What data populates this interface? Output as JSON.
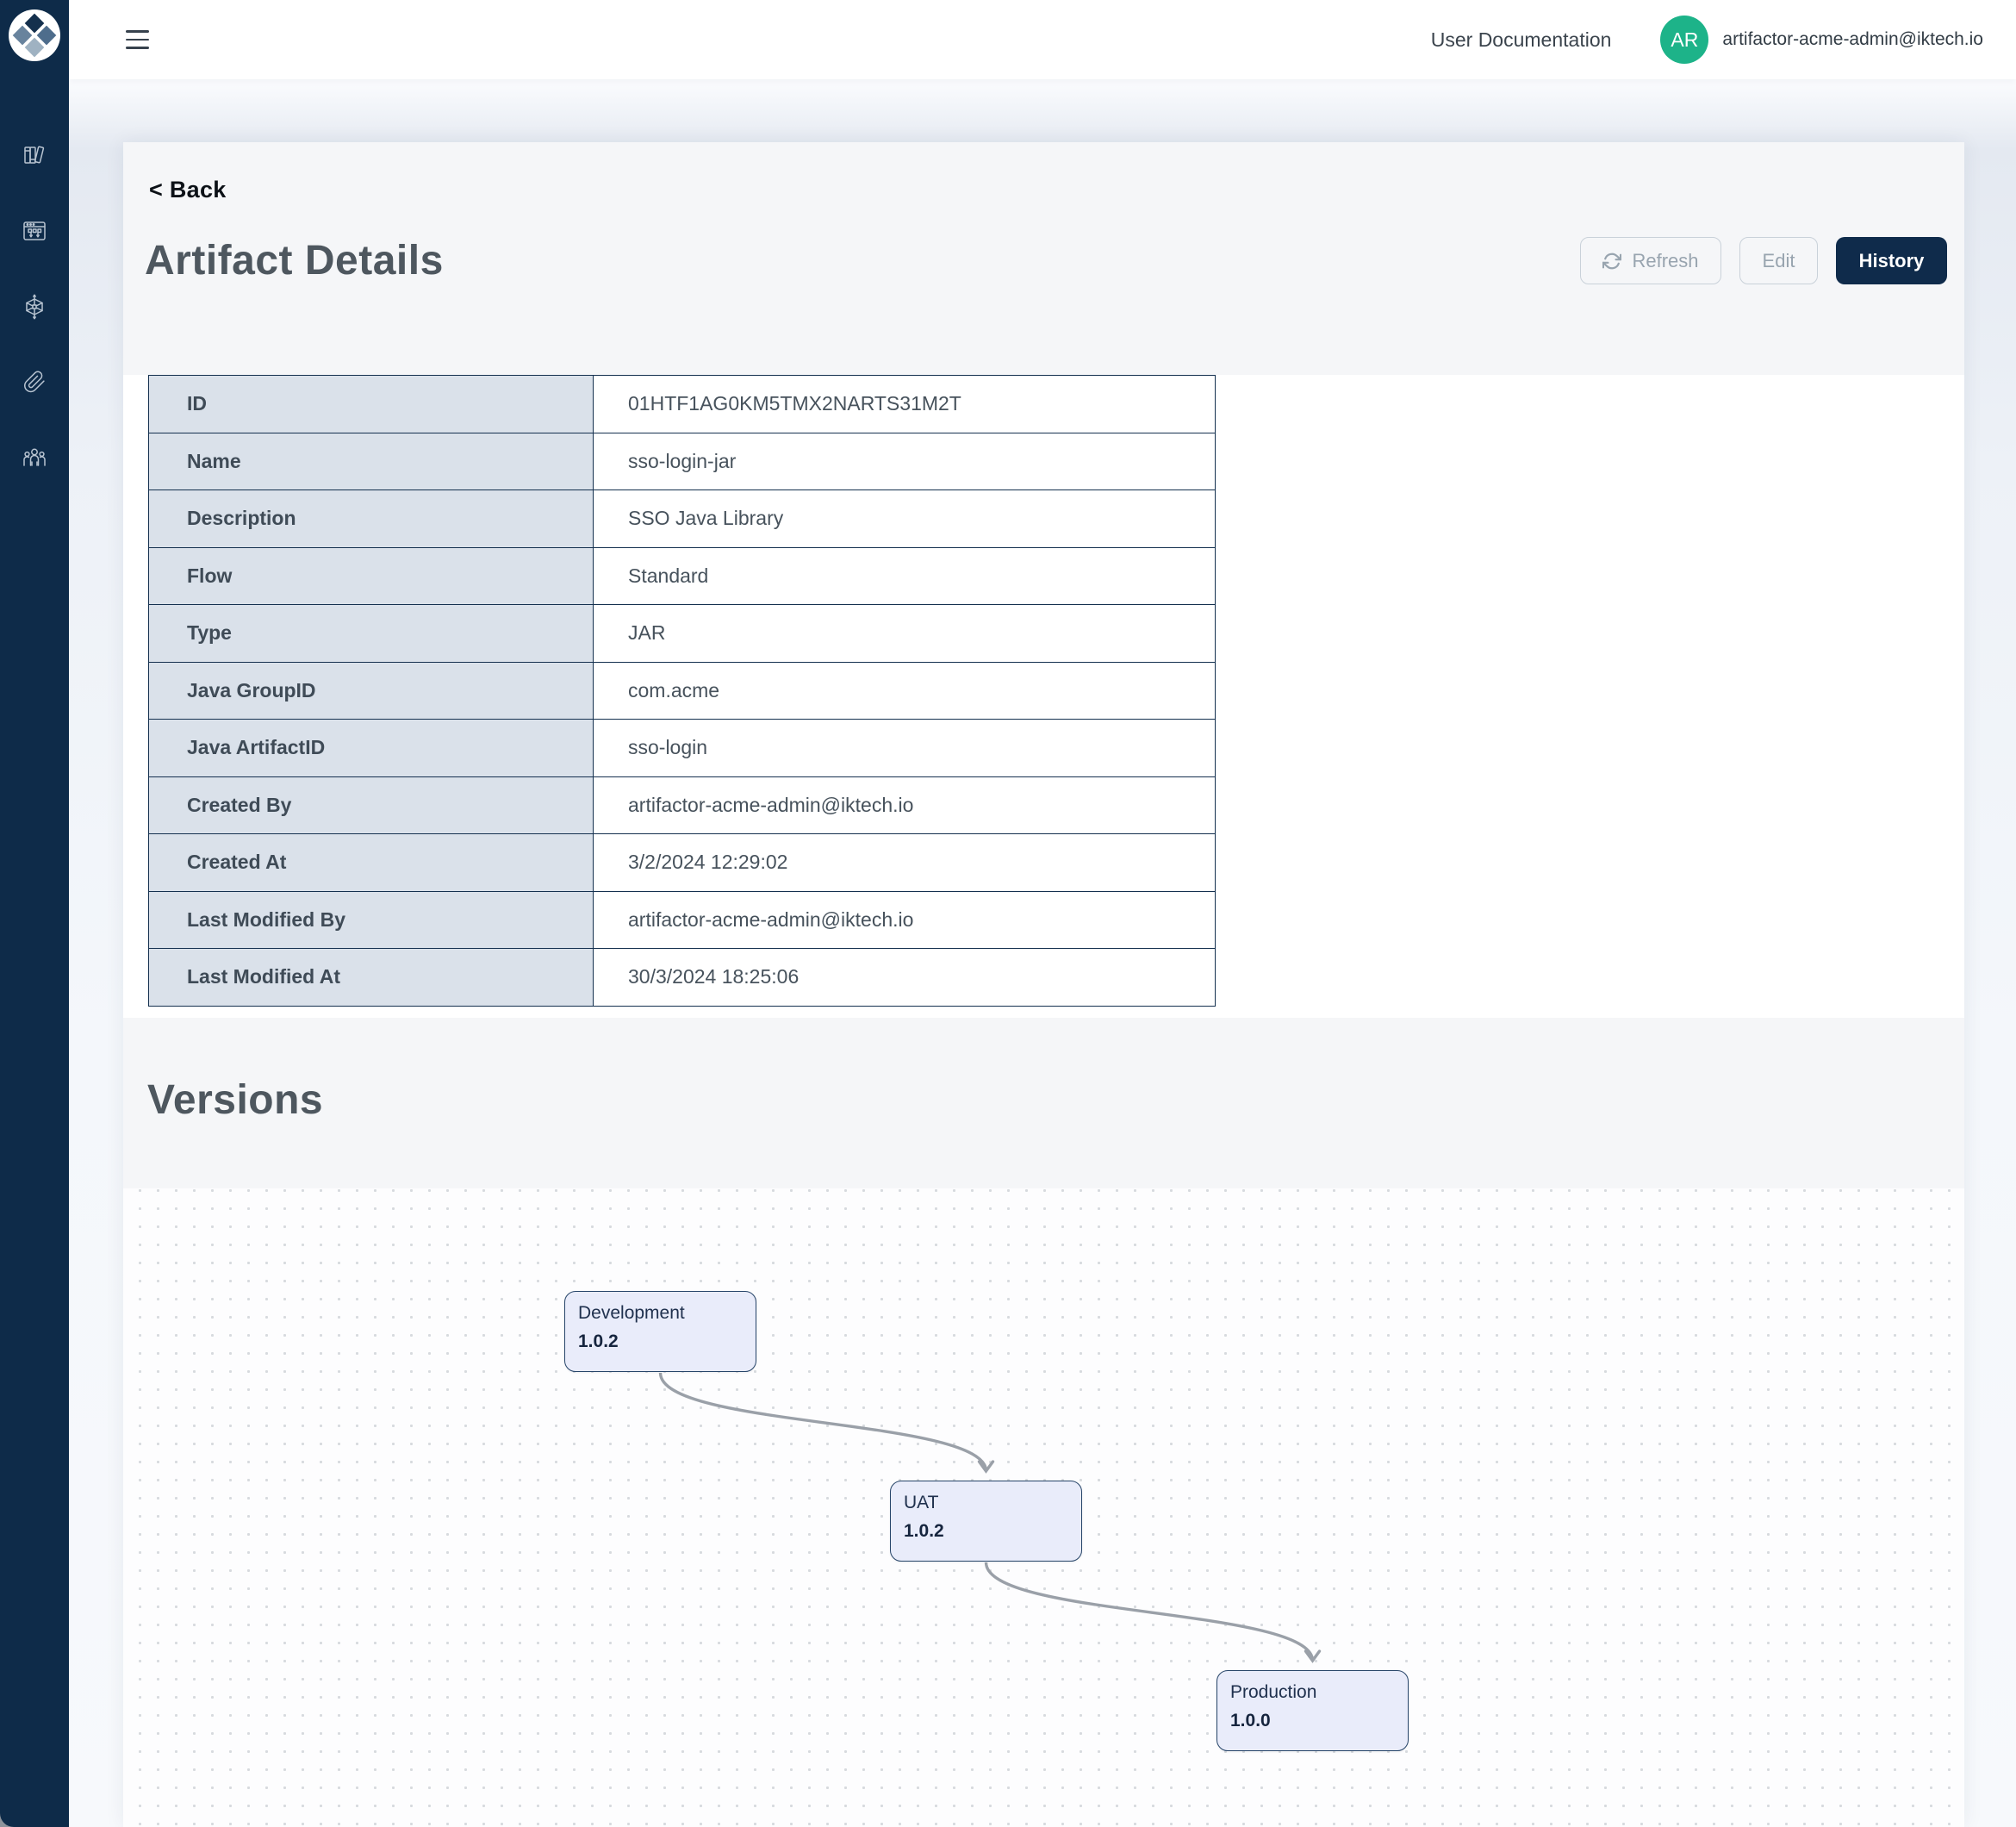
{
  "sidebar": {
    "logo": "artifactor-logo",
    "icons": [
      "library-icon",
      "pipeline-window-icon",
      "graph-cube-icon",
      "paperclip-icon",
      "users-group-icon"
    ]
  },
  "header": {
    "doc_link": "User Documentation",
    "avatar_initials": "AR",
    "user_email": "artifactor-acme-admin@iktech.io"
  },
  "page": {
    "back_label": "< Back",
    "title": "Artifact Details",
    "buttons": {
      "refresh": "Refresh",
      "edit": "Edit",
      "history": "History"
    }
  },
  "details": {
    "rows": [
      {
        "label": "ID",
        "value": "01HTF1AG0KM5TMX2NARTS31M2T"
      },
      {
        "label": "Name",
        "value": "sso-login-jar"
      },
      {
        "label": "Description",
        "value": "SSO Java Library"
      },
      {
        "label": "Flow",
        "value": "Standard"
      },
      {
        "label": "Type",
        "value": "JAR"
      },
      {
        "label": "Java GroupID",
        "value": "com.acme"
      },
      {
        "label": "Java ArtifactID",
        "value": "sso-login"
      },
      {
        "label": "Created By",
        "value": "artifactor-acme-admin@iktech.io"
      },
      {
        "label": "Created At",
        "value": "3/2/2024 12:29:02"
      },
      {
        "label": "Last Modified By",
        "value": "artifactor-acme-admin@iktech.io"
      },
      {
        "label": "Last Modified At",
        "value": "30/3/2024 18:25:06"
      }
    ]
  },
  "versions": {
    "title": "Versions",
    "nodes": [
      {
        "env": "Development",
        "version": "1.0.2"
      },
      {
        "env": "UAT",
        "version": "1.0.2"
      },
      {
        "env": "Production",
        "version": "1.0.0"
      }
    ],
    "edges": [
      {
        "from": "Development",
        "to": "UAT"
      },
      {
        "from": "UAT",
        "to": "Production"
      }
    ]
  },
  "colors": {
    "sidebar": "#0e2b49",
    "accent_button": "#0f2b4b",
    "avatar": "#1db389",
    "table_label_bg": "#dae1ea",
    "table_border": "#14304f",
    "node_fill": "#e9ecfa",
    "node_border": "#274569",
    "edge": "#9aa0a8"
  }
}
